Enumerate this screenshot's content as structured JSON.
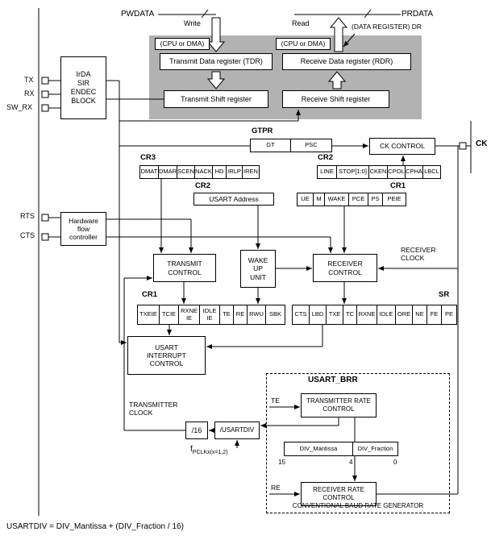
{
  "top": {
    "pwdata": "PWDATA",
    "prdata": "PRDATA",
    "write": "Write",
    "read": "Read",
    "dr_label": "(DATA REGISTER) DR"
  },
  "gray_region": {
    "cpu_dma_left": "(CPU or DMA)",
    "cpu_dma_right": "(CPU or DMA)",
    "tdr": "Transmit Data register (TDR)",
    "rdr": "Receive Data register (RDR)",
    "tsr": "Transmit Shift register",
    "rsr": "Receive Shift register"
  },
  "pins": {
    "tx": "TX",
    "rx": "RX",
    "sw_rx": "SW_RX",
    "rts": "RTS",
    "cts": "CTS",
    "ck": "CK"
  },
  "blocks": {
    "irda": "IrDA\nSIR\nENDEC\nBLOCK",
    "hw_flow": "Hardware\nflow\ncontroller",
    "transmit_control": "TRANSMIT\nCONTROL",
    "wakeup_unit": "WAKE\nUP\nUNIT",
    "receiver_control": "RECEIVER\nCONTROL",
    "receiver_clock": "RECEIVER\nCLOCK",
    "usart_interrupt_control": "USART\nINTERRUPT\nCONTROL",
    "transmitter_clock": "TRANSMITTER\nCLOCK",
    "ck_control": "CK CONTROL",
    "div16": "/16",
    "usartdiv": "/USARTDIV",
    "fpclk": {
      "base": "f",
      "sub": "PCLKx(x=1,2)"
    }
  },
  "registers": {
    "gtpr": {
      "name": "GTPR",
      "fields": [
        "GT",
        "PSC"
      ]
    },
    "cr3": {
      "name": "CR3",
      "fields": [
        "DMAT",
        "DMAR",
        "SCEN",
        "NACK",
        "HD",
        "IRLP",
        "IREN"
      ]
    },
    "cr2_clock": {
      "name": "CR2",
      "fields": [
        "LINE",
        "STOP[1:0]",
        "CKEN",
        "CPOL",
        "CPHA",
        "LBCL"
      ]
    },
    "cr2_address": {
      "name": "CR2",
      "value": "USART Address"
    },
    "cr1_mode": {
      "name": "CR1",
      "fields": [
        "UE",
        "M",
        "WAKE",
        "PCE",
        "PS",
        "PEIE"
      ]
    },
    "cr1_interrupt": {
      "name": "CR1",
      "fields": [
        "TXEIE",
        "TCIE",
        "RXNE\nIE",
        "IDLE\nIE",
        "TE",
        "RE",
        "RWU",
        "SBK"
      ]
    },
    "sr": {
      "name": "SR",
      "fields": [
        "CTS",
        "LBD",
        "TXE",
        "TC",
        "RXNE",
        "IDLE",
        "ORE",
        "NE",
        "FE",
        "PE"
      ]
    }
  },
  "brr": {
    "title": "USART_BRR",
    "te": "TE",
    "re": "RE",
    "transmitter_rate_control": "TRANSMITTER RATE\nCONTROL",
    "receiver_rate_control": "RECEIVER RATE\nCONTROL",
    "div_register": {
      "mantissa": "DIV_Mantissa",
      "fraction": "DIV_Fraction",
      "bit15": "15",
      "bit4": "4",
      "bit0": "0"
    },
    "caption": "CONVENTIONAL BAUD RATE GENERATOR"
  },
  "formula": "USARTDIV = DIV_Mantissa + (DIV_Fraction / 16)"
}
